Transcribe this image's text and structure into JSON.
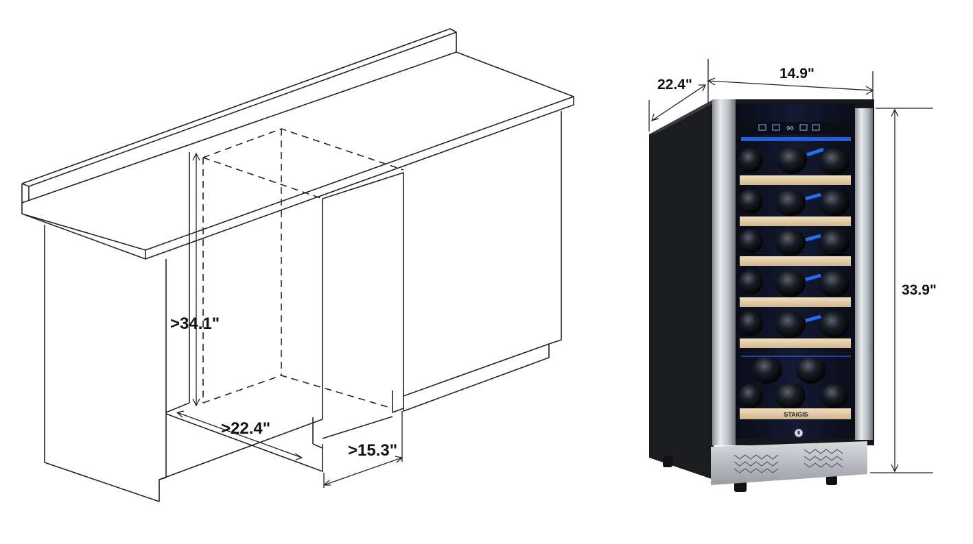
{
  "cabinet": {
    "height_label": ">34.1\"",
    "depth_label": ">22.4\"",
    "width_label": ">15.3\""
  },
  "fridge": {
    "depth_label": "22.4\"",
    "width_label": "14.9\"",
    "height_label": "33.9\"",
    "brand": "STAIGIS",
    "display_temp": "90",
    "accent_color": "#2a6cf0"
  }
}
